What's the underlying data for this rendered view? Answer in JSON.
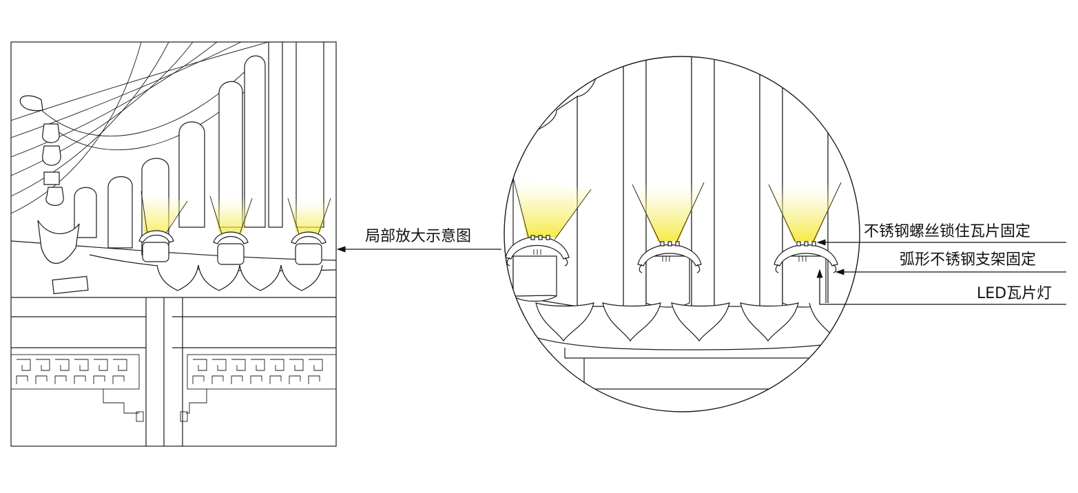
{
  "callout_label": "局部放大示意图",
  "labels": {
    "screw": "不锈钢螺丝锁住瓦片固定",
    "bracket": "弧形不锈钢支架固定",
    "lamp": "LED瓦片灯"
  },
  "colors": {
    "line": "#1a1a1a",
    "glow": "#f7ef6a",
    "background": "#ffffff"
  }
}
